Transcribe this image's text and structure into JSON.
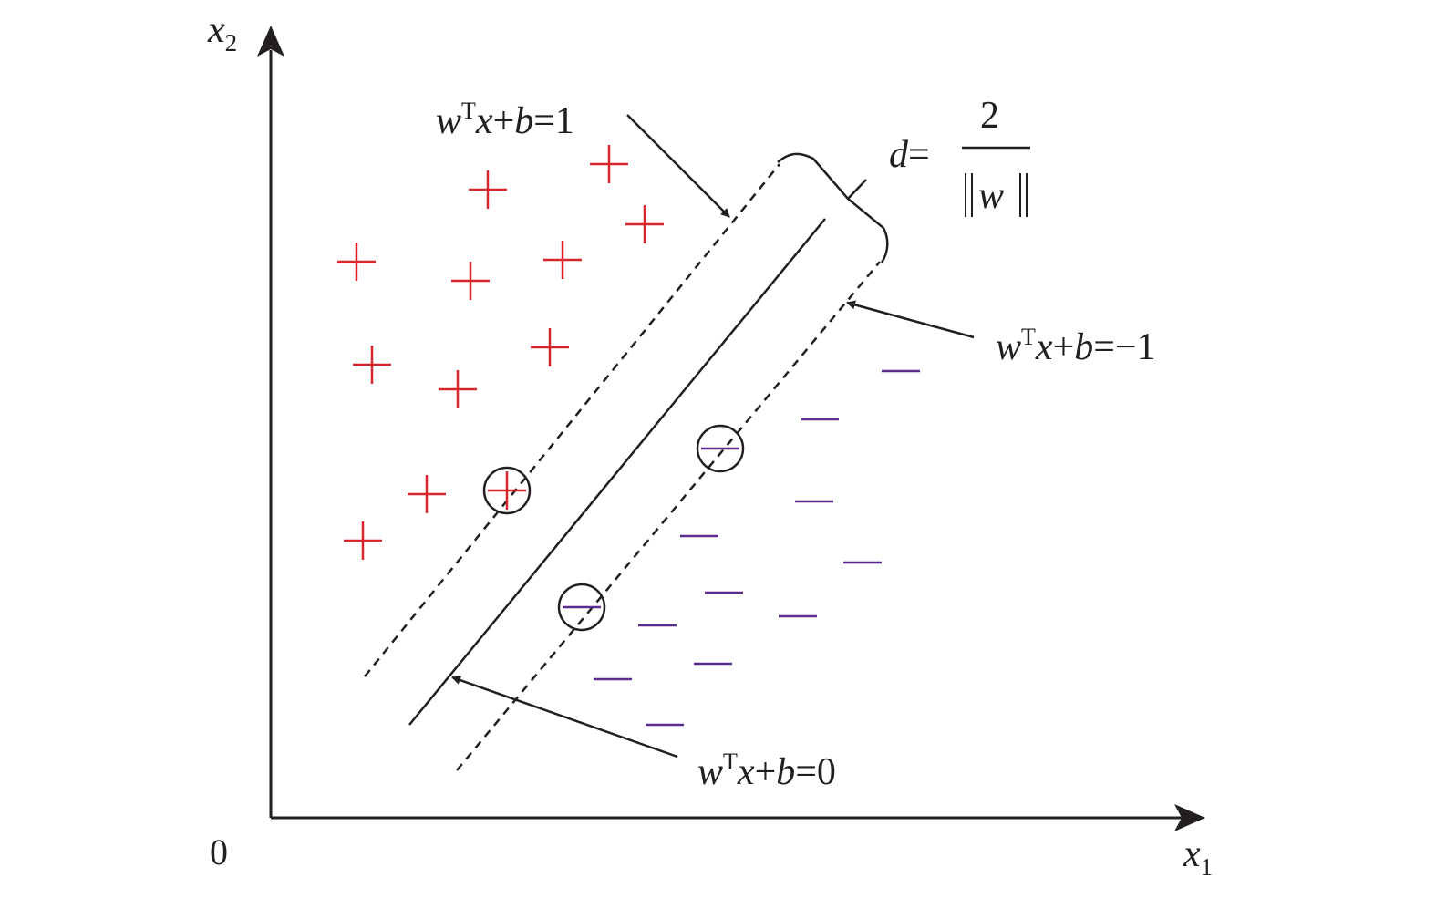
{
  "colors": {
    "ink": "#231f20",
    "positive": "#d8262c",
    "negative": "#5b2d8e"
  },
  "axes": {
    "x_var": "x",
    "x_sub": "1",
    "y_var": "x",
    "y_sub": "2",
    "origin": "0"
  },
  "labels": {
    "upper_margin": {
      "w": "w",
      "t": "T",
      "x": "x",
      "rest": "+",
      "b": "b",
      "eq": "=1"
    },
    "lower_margin": {
      "w": "w",
      "t": "T",
      "x": "x",
      "rest": "+",
      "b": "b",
      "eq": "=−1"
    },
    "hyperplane": {
      "w": "w",
      "t": "T",
      "x": "x",
      "rest": "+",
      "b": "b",
      "eq": "=0"
    },
    "distance": {
      "d": "d",
      "eq": "=",
      "numerator": "2",
      "denom_w": "w"
    }
  },
  "markers": {
    "positive_symbol": "+",
    "negative_symbol": "−",
    "positive_icon": "plus-icon",
    "negative_icon": "minus-icon",
    "support_vector_icon": "circle-icon"
  }
}
